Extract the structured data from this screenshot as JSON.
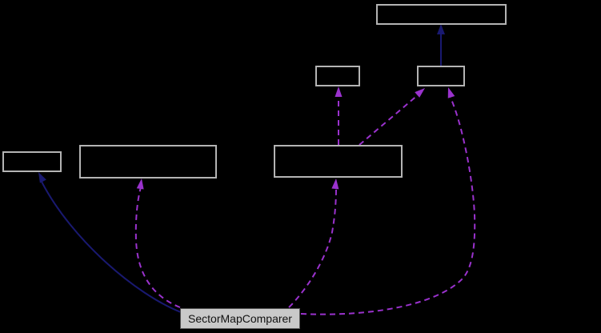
{
  "diagram": {
    "kind": "collaboration-graph",
    "background": "#000000",
    "colors": {
      "background": "#000000",
      "node_border": "#b4b4b4",
      "inheritance_edge": "#191970",
      "usage_edge": "#9a32cd",
      "main_node_fill": "#c9c9c9",
      "main_node_border": "#555555",
      "main_node_text": "#111111"
    },
    "nodes": {
      "main": {
        "label": "SectorMapComparer"
      },
      "top": {
        "label": ""
      },
      "mid_small_left": {
        "label": ""
      },
      "mid_small_right": {
        "label": ""
      },
      "left_small": {
        "label": ""
      },
      "left_wide": {
        "label": ""
      },
      "center": {
        "label": ""
      }
    },
    "edges": [
      {
        "from": "mid_small_right",
        "to": "top",
        "line": "solid",
        "color": "#191970"
      },
      {
        "from": "main",
        "to": "left_small",
        "line": "solid",
        "color": "#191970"
      },
      {
        "from": "main",
        "to": "left_wide",
        "line": "dashed",
        "color": "#9a32cd"
      },
      {
        "from": "main",
        "to": "center",
        "line": "dashed",
        "color": "#9a32cd"
      },
      {
        "from": "main",
        "to": "mid_small_right",
        "line": "dashed",
        "color": "#9a32cd"
      },
      {
        "from": "center",
        "to": "mid_small_left",
        "line": "dashed",
        "color": "#9a32cd"
      },
      {
        "from": "center",
        "to": "mid_small_right",
        "line": "dashed",
        "color": "#9a32cd"
      }
    ]
  }
}
